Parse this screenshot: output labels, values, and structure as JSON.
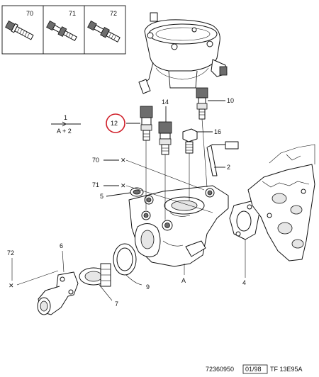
{
  "insets": [
    {
      "label": "70"
    },
    {
      "label": "71"
    },
    {
      "label": "72"
    }
  ],
  "callouts": {
    "c1": "1",
    "c1_sub": "A + 2",
    "c2": "2",
    "c4": "4",
    "c5": "5",
    "c6": "6",
    "c7": "7",
    "c9": "9",
    "c10": "10",
    "c12": "12",
    "c14": "14",
    "c16": "16",
    "c70": "70",
    "c71": "71",
    "c72": "72",
    "cA": "A"
  },
  "highlight_color": "#d0202a",
  "footer": {
    "ref": "72360950",
    "date": "01/98",
    "code": "TF 13E95A"
  }
}
